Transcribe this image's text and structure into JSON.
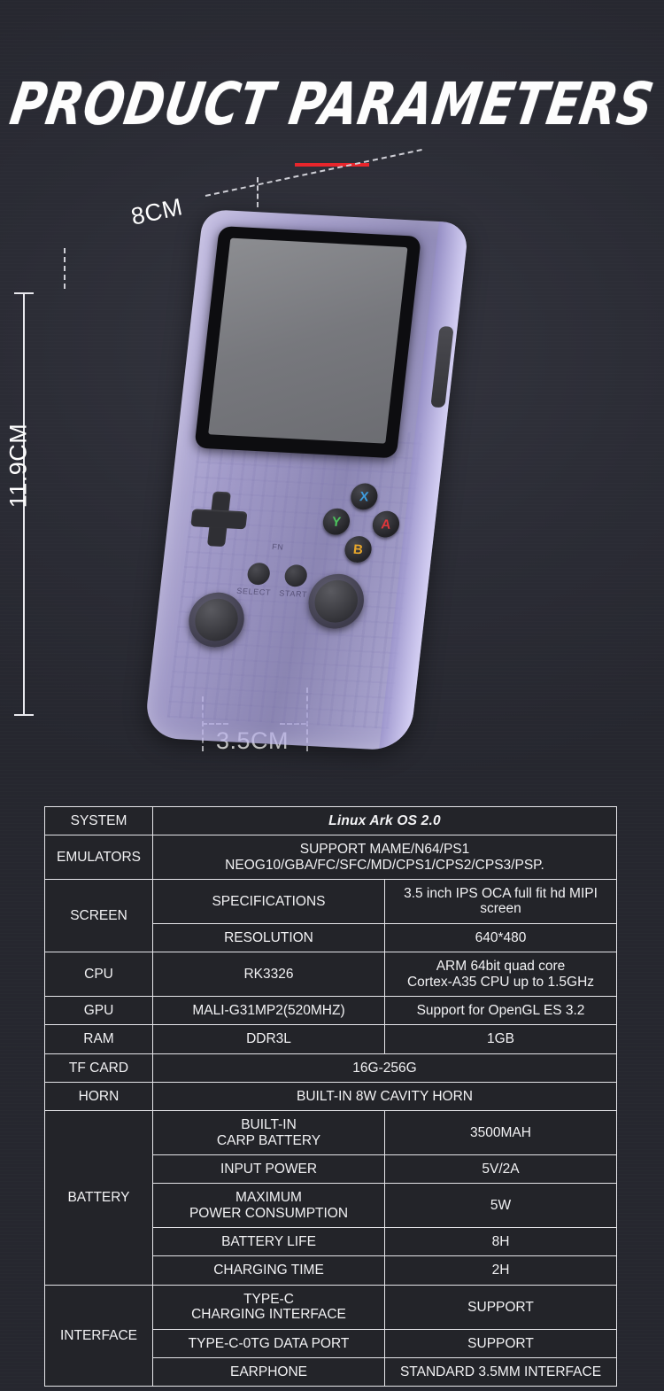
{
  "header": {
    "title": "PRODUCT PARAMETERS",
    "rule_color": "#e8262c"
  },
  "product_photo": {
    "dimensions": {
      "width_label": "8CM",
      "height_label": "11.9CM",
      "depth_label": "3.5CM"
    },
    "device_buttons": {
      "x": "X",
      "y": "Y",
      "a": "A",
      "b": "B",
      "select": "SELECT",
      "start": "START",
      "fn": "FN"
    },
    "button_colors": {
      "x": "#3e9bdc",
      "a": "#e0363b",
      "y": "#4cc35c",
      "b": "#e8a72b"
    },
    "shell_color": "#bdb4e4"
  },
  "spec_table": {
    "rows": [
      {
        "category": "SYSTEM",
        "value": "Linux Ark OS 2.0",
        "style": "os",
        "span": 2
      },
      {
        "category": "EMULATORS",
        "line1": "SUPPORT MAME/N64/PS1",
        "line2": "NEOG10/GBA/FC/SFC/MD/CPS1/CPS2/CPS3/PSP.",
        "span": 2
      },
      {
        "category": "SCREEN",
        "sub": [
          {
            "label": "SPECIFICATIONS",
            "value": "3.5 inch IPS OCA full fit hd MIPI screen"
          },
          {
            "label": "RESOLUTION",
            "value": "640*480"
          }
        ]
      },
      {
        "category": "CPU",
        "label": "RK3326",
        "value_line1": "ARM 64bit quad core",
        "value_line2": "Cortex-A35 CPU up to 1.5GHz"
      },
      {
        "category": "GPU",
        "label": "MALI-G31MP2(520MHZ)",
        "value": "Support for OpenGL ES 3.2"
      },
      {
        "category": "RAM",
        "label": "DDR3L",
        "value": "1GB"
      },
      {
        "category": "TF CARD",
        "value": "16G-256G",
        "span": 2
      },
      {
        "category": "HORN",
        "value": "BUILT-IN 8W CAVITY HORN",
        "span": 2
      },
      {
        "category": "BATTERY",
        "sub": [
          {
            "label_line1": "BUILT-IN",
            "label_line2": "CARP BATTERY",
            "value": "3500MAH"
          },
          {
            "label": "INPUT POWER",
            "value": "5V/2A"
          },
          {
            "label_line1": "MAXIMUM",
            "label_line2": "POWER CONSUMPTION",
            "value": "5W"
          },
          {
            "label": "BATTERY LIFE",
            "value": "8H"
          },
          {
            "label": "CHARGING TIME",
            "value": "2H"
          }
        ]
      },
      {
        "category": "INTERFACE",
        "sub": [
          {
            "label_line1": "TYPE-C",
            "label_line2": "CHARGING INTERFACE",
            "value": "SUPPORT"
          },
          {
            "label": "TYPE-C-0TG DATA PORT",
            "value": "SUPPORT"
          },
          {
            "label": "EARPHONE",
            "value": "STANDARD 3.5MM INTERFACE"
          }
        ]
      }
    ]
  }
}
